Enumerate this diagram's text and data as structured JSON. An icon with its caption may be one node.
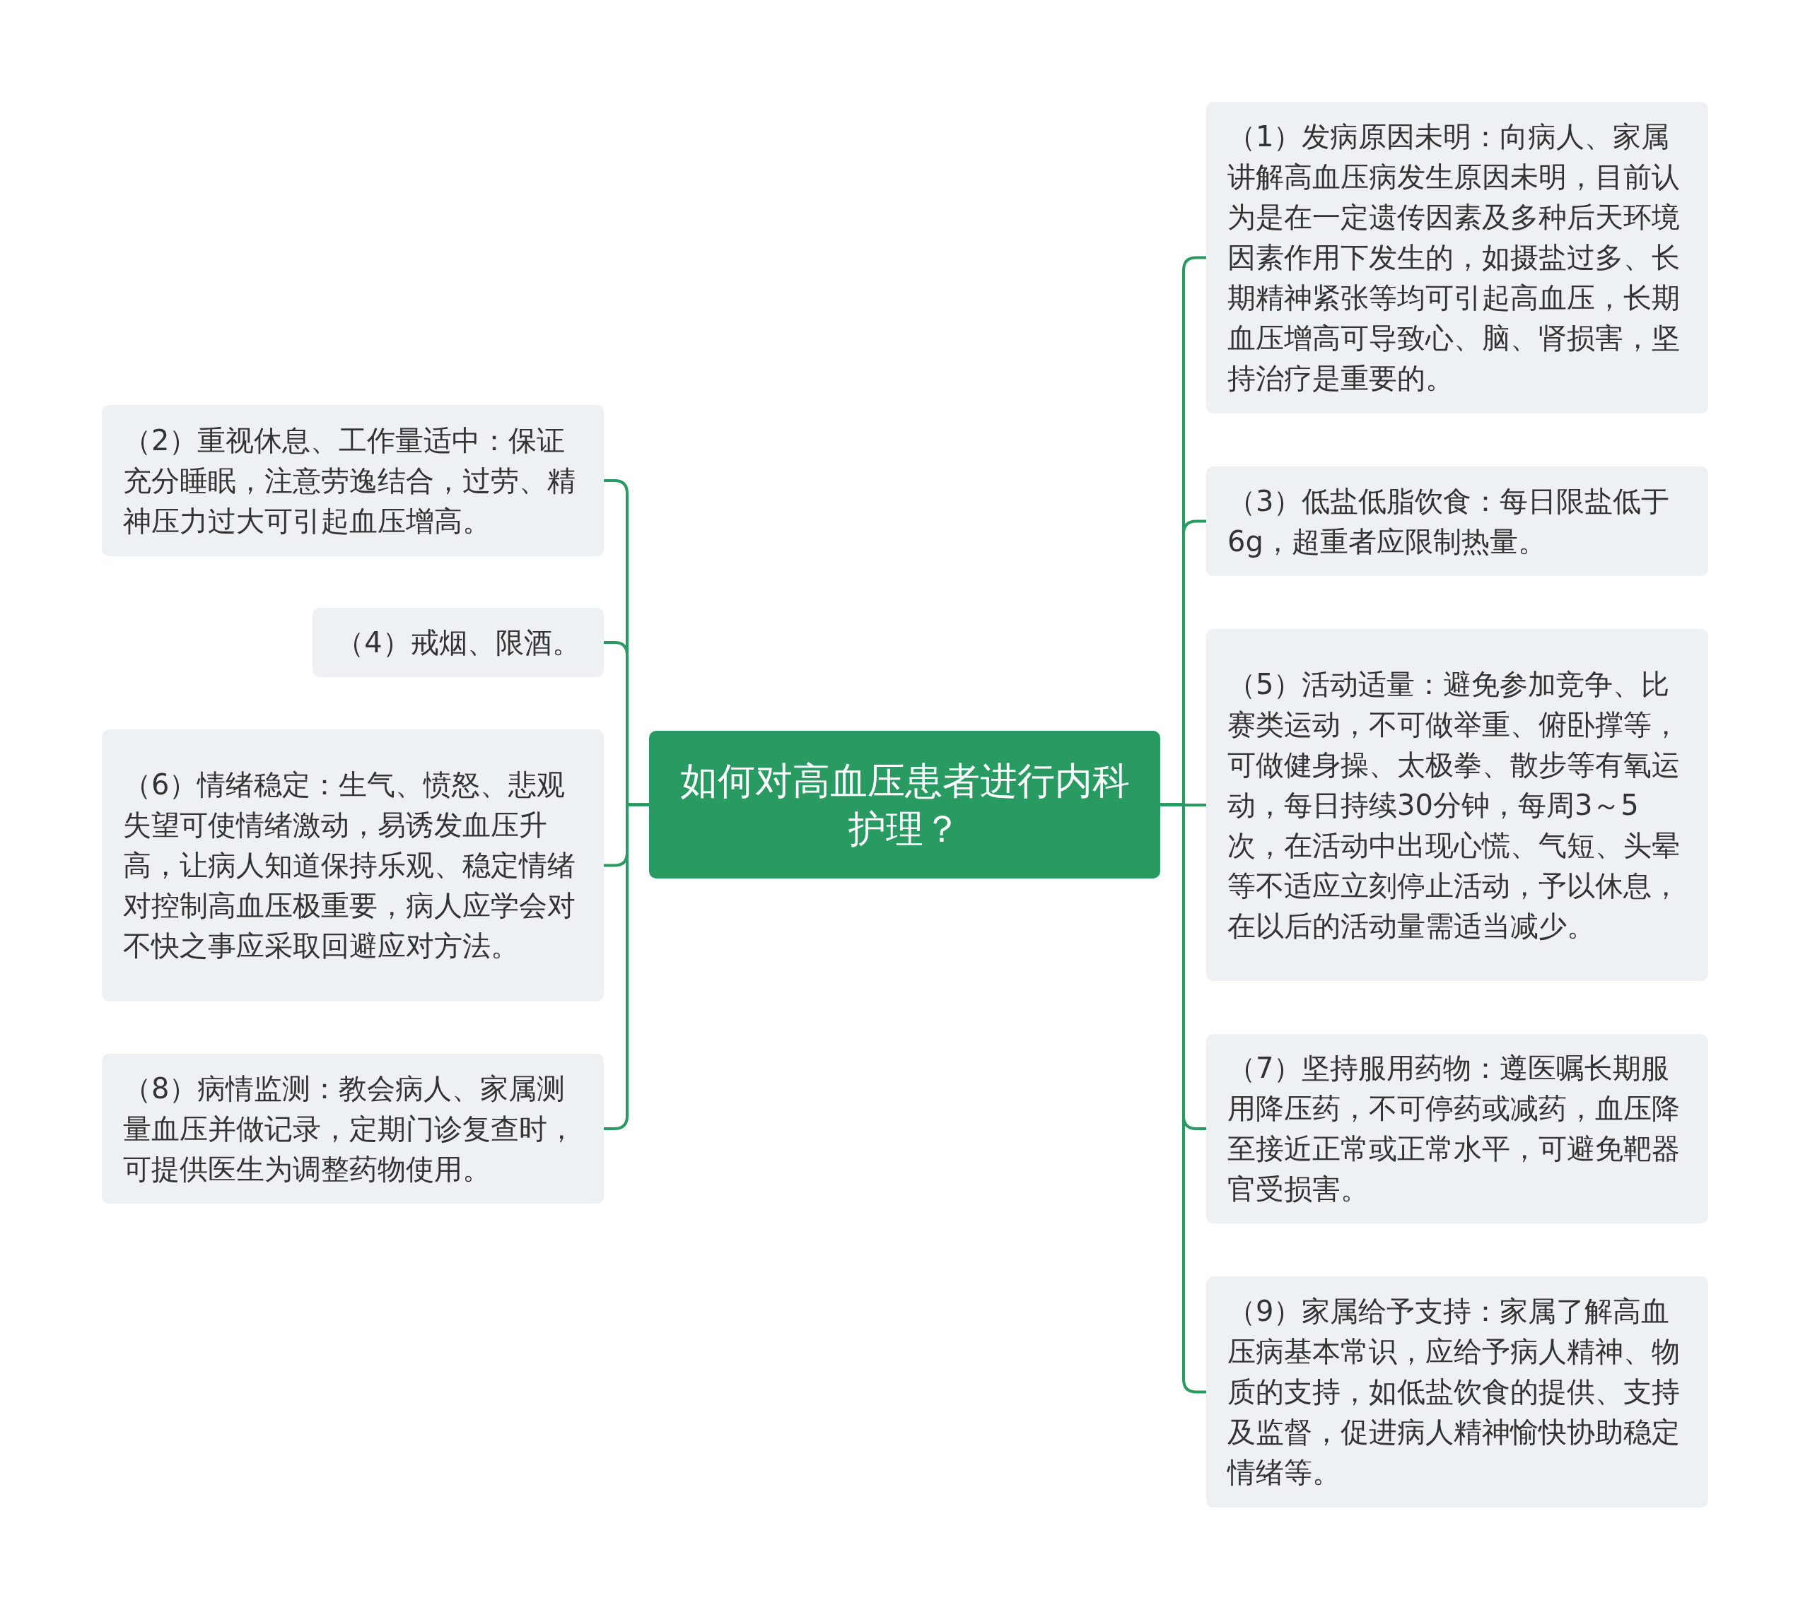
{
  "diagram": {
    "nodes": [
      {
        "text": [
          "如何对高血压患者进行内科护理？"
        ]
      },
      {
        "text": [
          "（1）发病原因未明：向病人、家属讲解高血压病发生原因未明，目前认为是在一定遗传因素及多种后天环境因素作用下发生的，如摄盐过多、长期精神紧张等均可引起高血压，长期血压增高可导致心、脑、肾损害，坚持治疗是重要的。"
        ]
      },
      {
        "text": [
          "（2）重视休息、工作量适中：保证充分睡眠，注意劳逸结合，过劳、精神压力过大可引起血压增高。"
        ]
      },
      {
        "text": [
          "（3）低盐低脂饮食：每日限盐低于6g，超重者应限制热量。"
        ]
      },
      {
        "text": [
          "（4）戒烟、限酒。"
        ]
      },
      {
        "text": [
          "（5）活动适量：避免参加竞争、比赛类运动，不可做举重、俯卧撑等，可做健身操、太极拳、散步等有氧运动，每日持续30分钟，每周3～5次，在活动中出现心慌、气短、头晕等不适应立刻停止活动，予以休息，在以后的活动量需适当减少。"
        ]
      },
      {
        "text": [
          "（6）情绪稳定：生气、愤怒、悲观失望可使情绪激动，易诱发血压升高，让病人知道保持乐观、稳定情绪对控制高血压极重要，病人应学会对不快之事应采取回避应对方法。"
        ]
      },
      {
        "text": [
          "（7）坚持服用药物：遵医嘱长期服用降压药，不可停药或减药，血压降至接近正常或正常水平，可避免靶器官受损害。"
        ]
      },
      {
        "text": [
          "（8）病情监测：教会病人、家属测量血压并做记录，定期门诊复查时，可提供医生为调整药物使用。"
        ]
      },
      {
        "text": [
          "（9）家属给予支持：家属了解高血压病基本常识，应给予病人精神、物质的支持，如低盐饮食的提供、支持及监督，促进病人精神愉快协助稳定情绪等。"
        ]
      }
    ],
    "edges": [
      {
        "from": 0,
        "to": 1,
        "arrow": "none"
      },
      {
        "from": 0,
        "to": 2,
        "arrow": "none"
      },
      {
        "from": 0,
        "to": 3,
        "arrow": "none"
      },
      {
        "from": 0,
        "to": 4,
        "arrow": "none"
      },
      {
        "from": 0,
        "to": 5,
        "arrow": "none"
      },
      {
        "from": 0,
        "to": 6,
        "arrow": "none"
      },
      {
        "from": 0,
        "to": 7,
        "arrow": "none"
      },
      {
        "from": 0,
        "to": 8,
        "arrow": "none"
      },
      {
        "from": 0,
        "to": 9,
        "arrow": "none"
      }
    ]
  }
}
